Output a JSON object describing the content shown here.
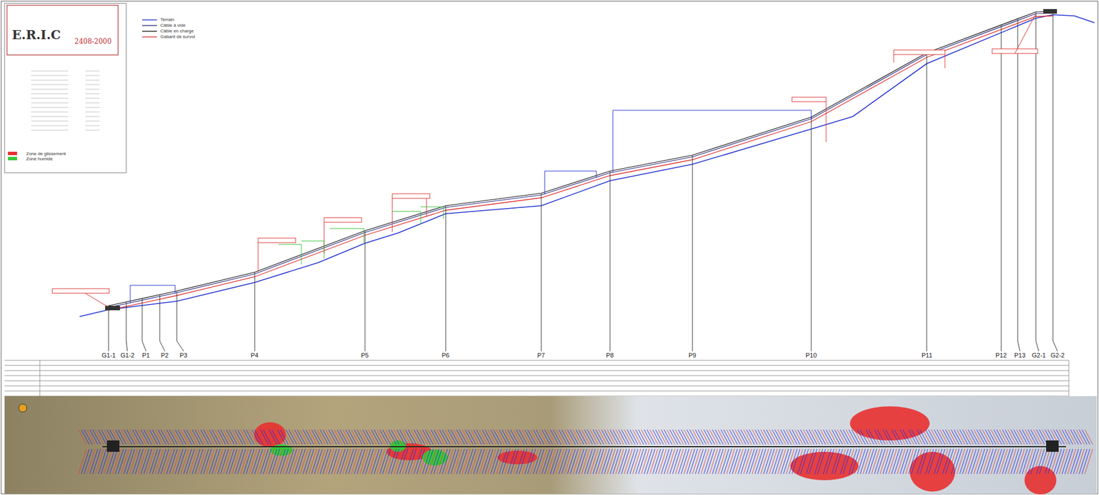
{
  "diagram": {
    "nodes": [
      {
        "text": [
          "E.R.I.C",
          "2408-2000"
        ]
      }
    ],
    "labels": [
      "G1-1",
      "G1-2",
      "P1",
      "P2",
      "P3",
      "P4",
      "P5",
      "P6",
      "P7",
      "P8",
      "P9",
      "P10",
      "P11",
      "P12",
      "P13",
      "G2-1",
      "G2-2"
    ],
    "legend": [
      {
        "text": "Terrain"
      },
      {
        "text": "Câble à vide"
      },
      {
        "text": "Câble en charge"
      },
      {
        "text": "Gabarit de survol"
      },
      {
        "text": "Zone de glissement",
        "color": "#e83030"
      },
      {
        "text": "Zone humide",
        "color": "#38c838"
      }
    ]
  }
}
